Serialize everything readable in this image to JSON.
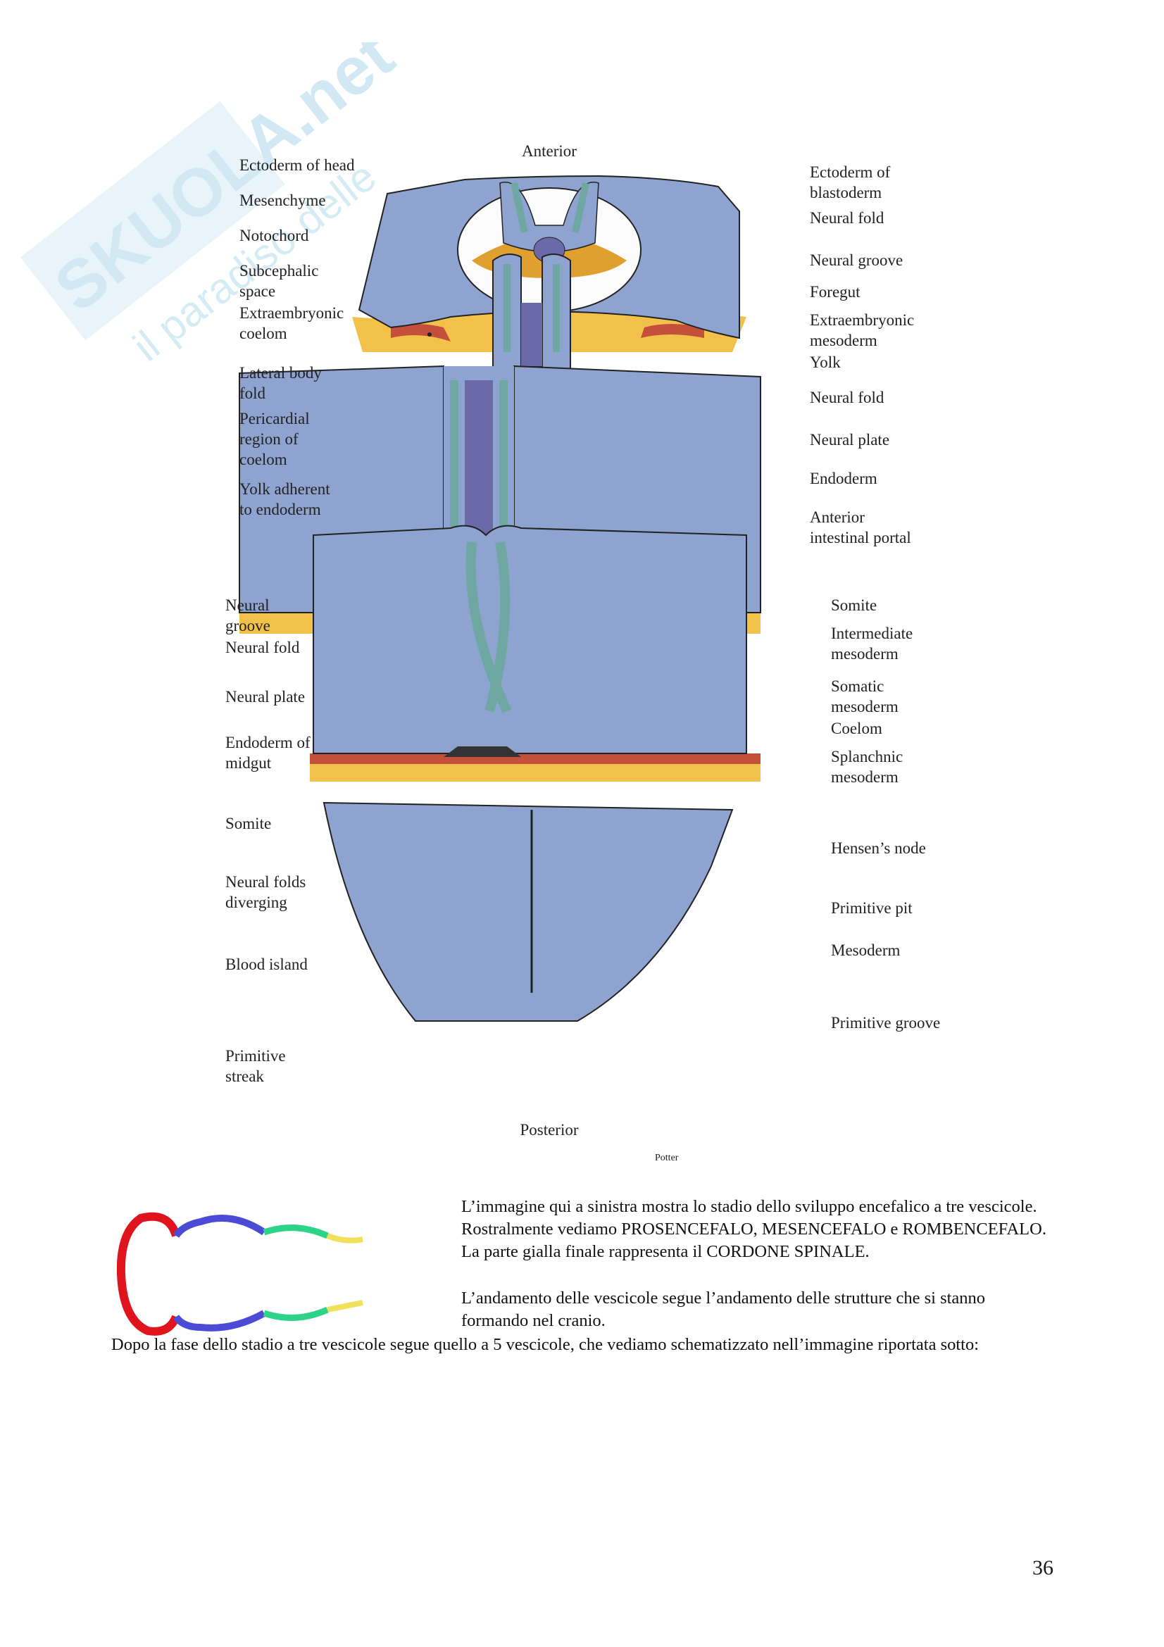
{
  "watermark": {
    "brand": "SKUOLA.net",
    "tagline": "il paradiso delle"
  },
  "figure": {
    "orientation": {
      "top": "Anterior",
      "bottom": "Posterior"
    },
    "signature": "Potter",
    "section1": {
      "left": [
        "Ectoderm of head",
        "Mesenchyme",
        "Notochord",
        "Subcephalic\nspace",
        "Extraembryonic\ncoelom"
      ],
      "right": [
        "Ectoderm of\nblastoderm",
        "Neural fold",
        "Neural groove",
        "Foregut",
        "Extraembryonic\nmesoderm",
        "Yolk"
      ]
    },
    "section2": {
      "left": [
        "Lateral body\nfold",
        "Pericardial\nregion of\ncoelom",
        "Yolk adherent\nto endoderm"
      ],
      "right": [
        "Neural fold",
        "Neural plate",
        "Endoderm",
        "Anterior\nintestinal portal"
      ]
    },
    "section3": {
      "left": [
        "Neural\ngroove",
        "Neural fold",
        "Neural plate",
        "Endoderm of\nmidgut"
      ],
      "right": [
        "Somite",
        "Intermediate\nmesoderm",
        "Somatic\nmesoderm",
        "Coelom",
        "Splanchnic\nmesoderm"
      ]
    },
    "section4": {
      "left": [
        "Somite",
        "Neural folds\ndiverging",
        "Blood island"
      ],
      "right": [
        "Hensen’s node",
        "Primitive pit",
        "Mesoderm"
      ]
    },
    "section5": {
      "left": [
        "Primitive\nstreak"
      ],
      "right": [
        "Primitive groove"
      ]
    }
  },
  "text": {
    "caption": "L’immagine qui a sinistra mostra lo stadio dello sviluppo encefalico a tre vescicole. Rostralmente vediamo PROSENCEFALO, MESENCEFALO e ROMBENCEFALO. La parte gialla finale rappresenta il CORDONE SPINALE.",
    "caption2": "L’andamento delle vescicole segue l’andamento delle strutture che si stanno formando nel cranio.",
    "paragraph": "Dopo la fase dello stadio a tre vescicole segue quello a 5 vescicole, che vediamo schematizzato nell’immagine riportata sotto:",
    "page_number": "36"
  },
  "colors": {
    "tissue_blue": "#8ea3cf",
    "neural_green": "#6fa8a3",
    "neural_purple": "#6a6aa8",
    "mesoderm_red": "#c4503c",
    "yolk_yellow": "#f2c14a",
    "vesicle_red": "#e0141c",
    "vesicle_blue": "#4b4bd6",
    "vesicle_green": "#2ed38a",
    "vesicle_yellow": "#f0e05a"
  }
}
